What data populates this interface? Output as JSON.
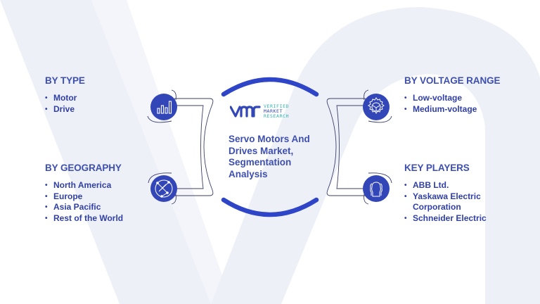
{
  "colors": {
    "primary": "#3346b8",
    "heading": "#3d4fb0",
    "item": "#2f3fa6",
    "arc": "#2f45c8",
    "bracket_stroke": "#3a3f6a",
    "logo_teal": "#2bb5b0",
    "background_shape": "#eef0f8"
  },
  "center": {
    "title": "Servo Motors And Drives Market, Segmentation Analysis",
    "logo": {
      "mark": "VMR",
      "lines": [
        "VERIFIED",
        "MARKET",
        "RESEARCH"
      ]
    }
  },
  "segments": [
    {
      "id": "type",
      "heading": "BY TYPE",
      "icon": "bar-chart-icon",
      "items": [
        "Motor",
        "Drive"
      ]
    },
    {
      "id": "geography",
      "heading": "BY GEOGRAPHY",
      "icon": "globe-network-icon",
      "items": [
        "North America",
        "Europe",
        "Asia Pacific",
        "Rest of the World"
      ]
    },
    {
      "id": "voltage",
      "heading": "BY VOLTAGE RANGE",
      "icon": "gear-steering-icon",
      "items": [
        "Low-voltage",
        "Medium-voltage"
      ]
    },
    {
      "id": "key_players",
      "heading": "KEY PLAYERS",
      "icon": "people-group-icon",
      "items": [
        "ABB Ltd.",
        "Yaskawa Electric Corporation",
        "Schneider Electric"
      ]
    }
  ],
  "bullet": "•"
}
